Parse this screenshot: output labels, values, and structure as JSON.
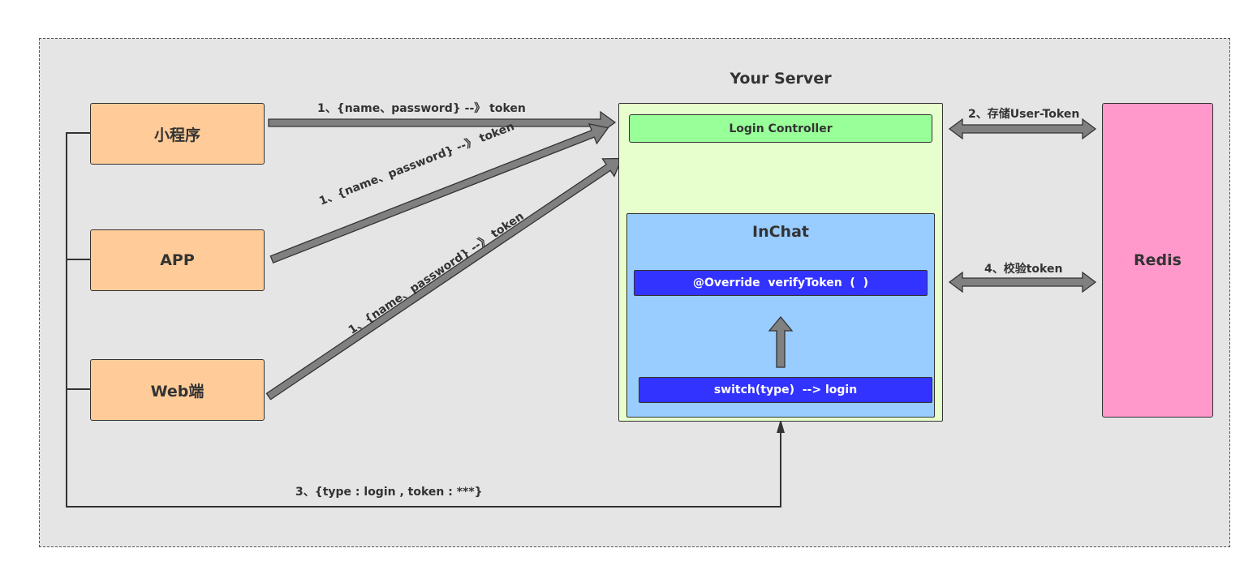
{
  "clients": {
    "mini_program": "小程序",
    "app": "APP",
    "web": "Web端"
  },
  "server": {
    "title": "Your Server",
    "login_controller": "Login Controller",
    "inchat": {
      "title": "InChat",
      "override_method": "@Override  verifyToken  (  )",
      "switch_login": "switch(type)  --> login"
    }
  },
  "redis": "Redis",
  "edges": {
    "step1": "1、{name、password} --》 token",
    "step2": "2、存储User-Token",
    "step3": "3、{type : login , token : ***}",
    "step4": "4、校验token"
  },
  "colors": {
    "client_fill": "#ffcc99",
    "server_fill": "#e6ffcc",
    "login_controller_fill": "#99ff99",
    "inchat_fill": "#99ccff",
    "method_fill": "#3333ff",
    "redis_fill": "#ff99cc",
    "arrow_fill": "#808080"
  }
}
